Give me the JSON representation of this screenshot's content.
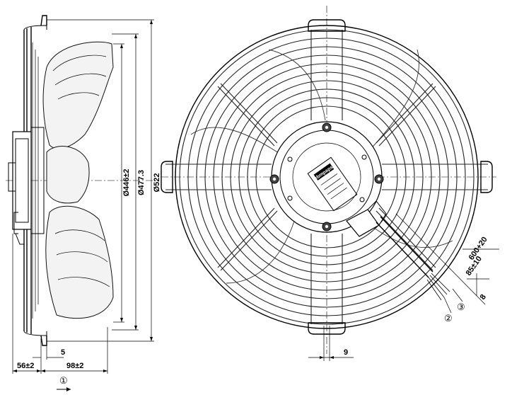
{
  "dimensions": {
    "d_inner": "Ø446±2",
    "d_blade": "Ø477.3",
    "d_outer": "Ø522",
    "depth_front": "56±2",
    "depth_rear": "98±2",
    "offset_5": "5",
    "rib_width": "9",
    "cable_length": "600+20",
    "strip_length": "85±10",
    "wire_strip": "8"
  },
  "callouts": {
    "c1": "①",
    "c2": "②",
    "c3": "③"
  },
  "label_plate": {
    "brand": "ebmpapst"
  }
}
